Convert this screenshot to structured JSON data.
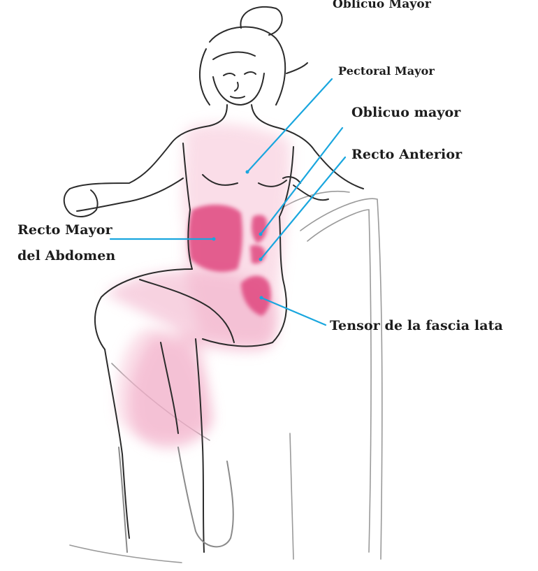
{
  "labels": {
    "oblicuo_mayor_top": "Oblicuo Mayor",
    "pectoral_mayor": "Pectoral Mayor",
    "oblicuo_mayor": "Oblicuo mayor",
    "recto_anterior": "Recto Anterior",
    "recto_mayor_line1": "Recto Mayor",
    "recto_mayor_line2": "del Abdomen",
    "tensor_fascia": "Tensor de la fascia lata"
  },
  "colors": {
    "leader_line": "#19a6de",
    "muscle_highlight": "#e0467f",
    "muscle_soft": "#f3a9c6",
    "sketch_line": "#2b2b2b",
    "label_text": "#1c1c1c"
  }
}
